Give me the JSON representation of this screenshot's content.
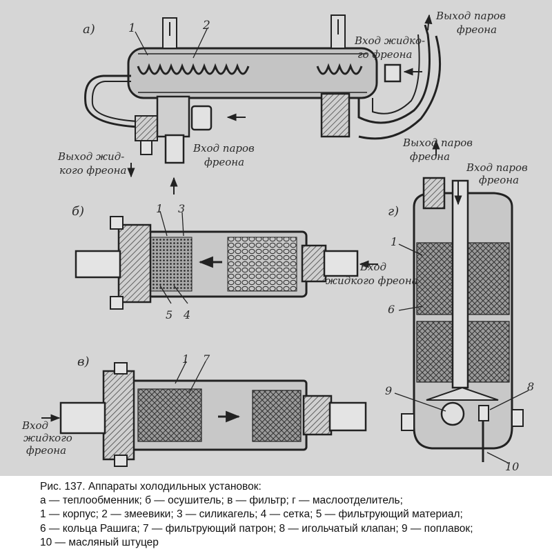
{
  "figure": {
    "parts": {
      "a": {
        "letter": "а)",
        "num1": "1",
        "num2": "2",
        "out_vapor": [
          "Выход паров",
          "фреона"
        ],
        "in_liquid": [
          "Вход жидко-",
          "го фреона"
        ],
        "out_liquid": [
          "Выход жид-",
          "кого фреона"
        ],
        "in_vapor": [
          "Вход паров",
          "фреона"
        ]
      },
      "b": {
        "letter": "б)",
        "num1": "1",
        "num3": "3",
        "num5": "5",
        "num4": "4",
        "in_liquid": [
          "Вход",
          "жидкого фреона"
        ]
      },
      "v": {
        "letter": "в)",
        "num1": "1",
        "num7": "7",
        "in_liquid": [
          "Вход",
          "жидкого",
          "фреона"
        ]
      },
      "g": {
        "letter": "г)",
        "out_vapor": [
          "Выход паров",
          "фреона"
        ],
        "in_vapor": [
          "Вход паров",
          "фреона"
        ],
        "num1": "1",
        "num6": "6",
        "num9": "9",
        "num8": "8",
        "num10": "10"
      }
    }
  },
  "caption": {
    "lines": [
      "Рис. 137. Аппараты холодильных установок:",
      "а — теплообменник; б — осушитель; в — фильтр; г — маслоотделитель;",
      "1 — корпус; 2 — змеевики; 3 — силикагель; 4 — сетка; 5 — фильтрующий материал;",
      "6 — кольца Рашига; 7 — фильтрующий патрон; 8 — игольчатый клапан; 9 — поплавок;",
      "10 — масляный штуцер"
    ]
  }
}
